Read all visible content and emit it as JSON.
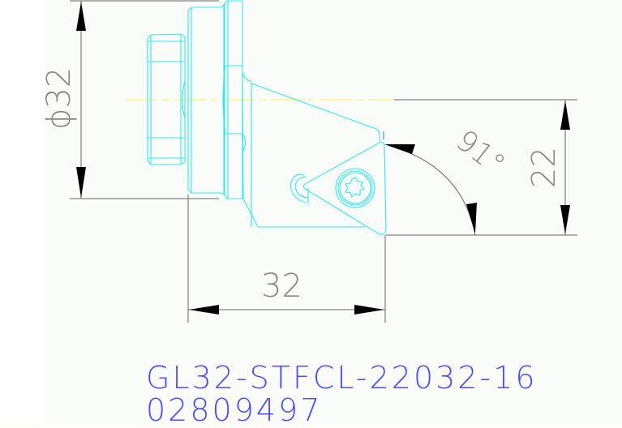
{
  "drawing": {
    "title": "GL32-STFCL-22032-16",
    "part_number": "02809497",
    "colors": {
      "geometry": "#33e8ee",
      "centerline": "#ffff44",
      "dimension": "#555555",
      "arrow": "#000000",
      "label": "#5555ff",
      "background": "#fafcf9"
    },
    "dimensions": {
      "diameter": {
        "label": "ϕ32",
        "orientation": "vertical"
      },
      "length": {
        "label": "32",
        "orientation": "horizontal"
      },
      "height": {
        "label": "22",
        "orientation": "vertical"
      },
      "angle": {
        "label": "91°"
      }
    }
  }
}
